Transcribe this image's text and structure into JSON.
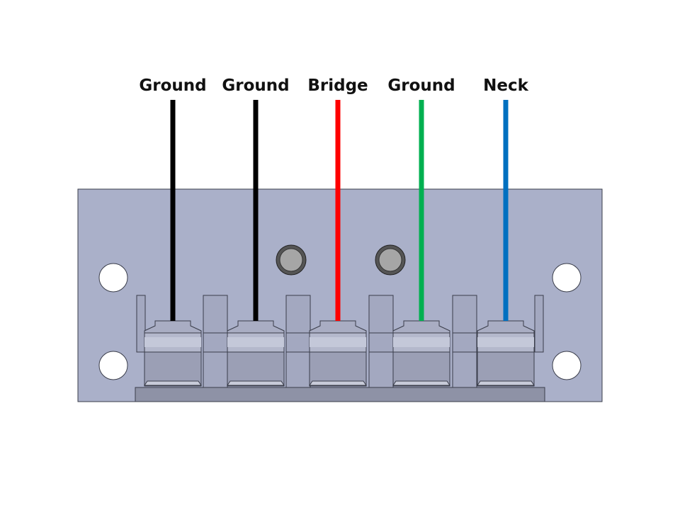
{
  "terminals": [
    {
      "label": "Ground",
      "wire_color": "#000000"
    },
    {
      "label": "Ground",
      "wire_color": "#000000"
    },
    {
      "label": "Bridge",
      "wire_color": "#ff0000"
    },
    {
      "label": "Ground",
      "wire_color": "#00b050"
    },
    {
      "label": "Neck",
      "wire_color": "#0070c0"
    }
  ],
  "colors": {
    "plate": "#aab0c9",
    "base_bar": "#8e92a6",
    "terminal_body": "#9b9fb5",
    "outline": "#3a3d4a"
  }
}
